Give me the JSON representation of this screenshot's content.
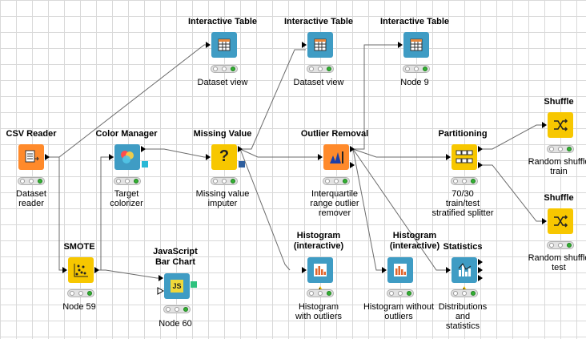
{
  "colors": {
    "source": "#ff8a2b",
    "manipulator": "#f7c700",
    "visualizer": "#3f9cc4",
    "js_green": "#2ec27e",
    "flow_var_blue": "#2f5f9e",
    "port_cyan": "#29b8d6"
  },
  "nodes": {
    "csv_reader": {
      "title": "CSV Reader",
      "label": "Dataset\nreader",
      "icon": "file-table-icon"
    },
    "color_manager": {
      "title": "Color Manager",
      "label": "Target\ncolorizer",
      "icon": "color-palette-icon"
    },
    "missing_value": {
      "title": "Missing Value",
      "label": "Missing value\nimputer",
      "icon": "question-mark-icon"
    },
    "outlier_removal": {
      "title": "Outlier Removal",
      "label": "Interquartile\nrange outlier\nremover",
      "icon": "outlier-chart-icon"
    },
    "partitioning": {
      "title": "Partitioning",
      "label": "70/30\ntrain/test\nstratified splitter",
      "icon": "partition-grid-icon"
    },
    "shuffle_train": {
      "title": "Shuffle",
      "label": "Random shuffle\ntrain",
      "icon": "shuffle-icon"
    },
    "shuffle_test": {
      "title": "Shuffle",
      "label": "Random shuffle\ntest",
      "icon": "shuffle-icon"
    },
    "table_1": {
      "title": "Interactive Table",
      "label": "Dataset view",
      "icon": "table-grid-icon"
    },
    "table_2": {
      "title": "Interactive Table",
      "label": "Dataset view",
      "icon": "table-grid-icon"
    },
    "table_3": {
      "title": "Interactive Table",
      "label": "Node 9",
      "icon": "table-grid-icon"
    },
    "smote": {
      "title": "SMOTE",
      "label": "Node 59",
      "icon": "scatter-dots-icon"
    },
    "js_bar_chart": {
      "title": "JavaScript\nBar Chart",
      "label": "Node 60",
      "icon": "js-badge-icon"
    },
    "histogram_1": {
      "title": "Histogram\n(interactive)",
      "label": "Histogram\nwith outliers",
      "icon": "bar-histogram-icon"
    },
    "histogram_2": {
      "title": "Histogram\n(interactive)",
      "label": "Histogram without\noutliers",
      "icon": "bar-histogram-icon"
    },
    "statistics": {
      "title": "Statistics",
      "label": "Distributions\nand\nstatistics",
      "icon": "statistics-icon"
    }
  },
  "icon_text": {
    "js": "JS",
    "question": "?",
    "warning": "!"
  }
}
